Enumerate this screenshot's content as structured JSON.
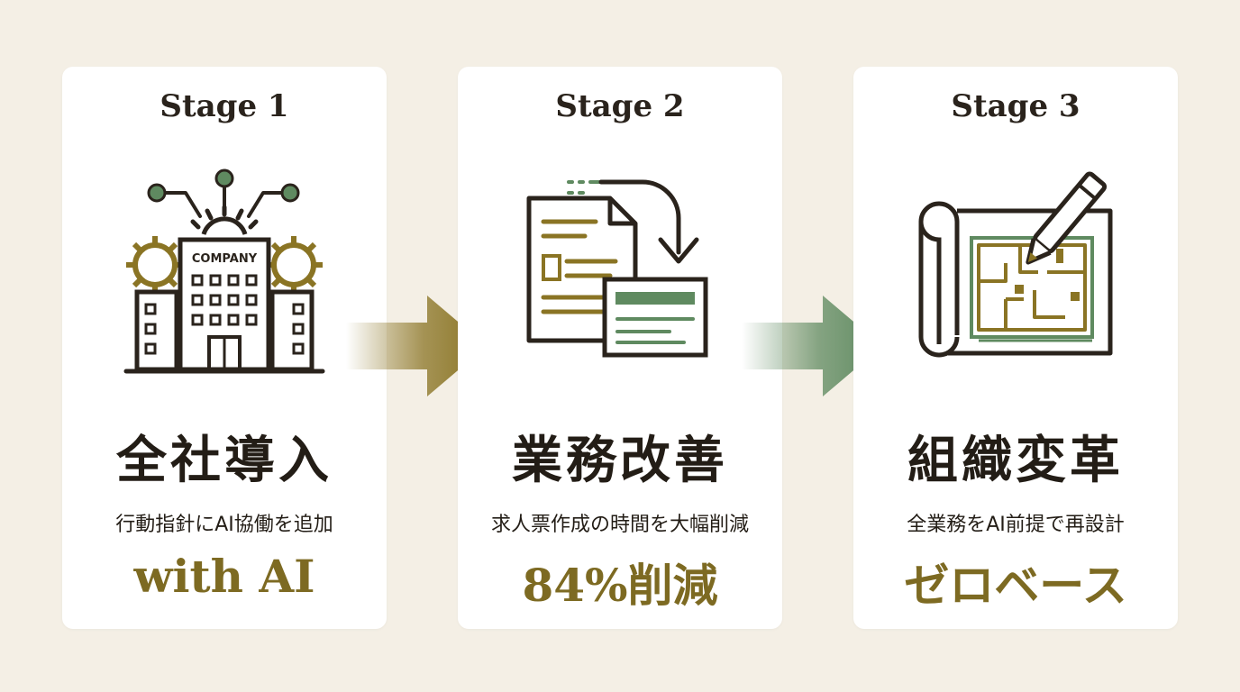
{
  "colors": {
    "background": "#f4efe5",
    "card": "#ffffff",
    "ink": "#2a231c",
    "gold": "#8a7424",
    "green": "#5f8a60"
  },
  "stages": [
    {
      "label": "Stage 1",
      "icon": "company-building-icon",
      "icon_text": "COMPANY",
      "title": "全社導入",
      "description": "行動指針にAI協働を追加",
      "highlight": "with AI"
    },
    {
      "label": "Stage 2",
      "icon": "document-transfer-icon",
      "title": "業務改善",
      "description": "求人票作成の時間を大幅削減",
      "highlight": "84%削減"
    },
    {
      "label": "Stage 3",
      "icon": "blueprint-pencil-icon",
      "title": "組織変革",
      "description": "全業務をAI前提で再設計",
      "highlight": "ゼロベース"
    }
  ],
  "arrows": [
    {
      "icon": "arrow-right-gold-icon"
    },
    {
      "icon": "arrow-right-green-icon"
    }
  ]
}
